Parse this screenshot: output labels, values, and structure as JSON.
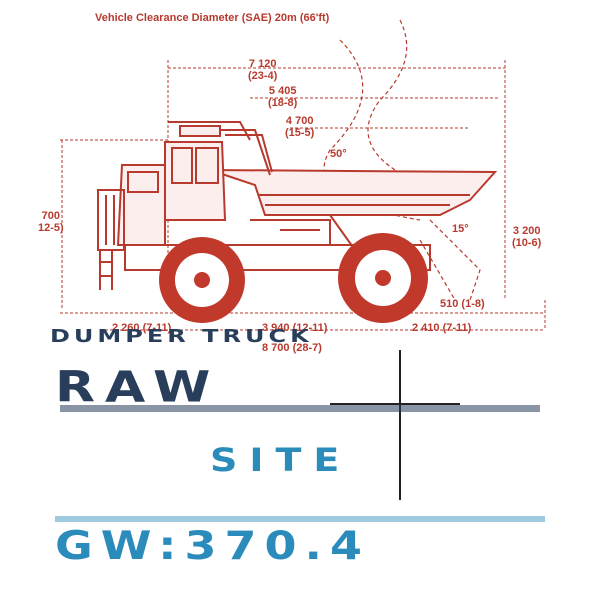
{
  "diagram": {
    "caption": "Vehicle Clearance Diameter (SAE) 20m (66'ft)",
    "dims": {
      "top1": "7 120",
      "top1_sub": "(23-4)",
      "top2": "5 405",
      "top2_sub": "(18-8)",
      "top3": "4 700",
      "top3_sub": "(15-5)",
      "angle_dump": "50°",
      "angle_rear": "15°",
      "height_left": "700",
      "height_left_sub": "12-5)",
      "height_right": "3 200",
      "height_right_sub": "(10-6)",
      "rear_clear": "510 (1-8)",
      "bottom1": "2 260 (7-11)",
      "bottom2": "3 940 (12-11)",
      "bottom3": "2 410 (7-11)",
      "overall": "8 700 (28-7)"
    }
  },
  "titles": {
    "line1": "DUMPER TRUCK",
    "line2": "RAW",
    "line3": "SITE",
    "line4": "GW:370.4"
  },
  "colors": {
    "drawing": "#b83a2e",
    "wheel": "#c0392b",
    "navy": "#283e5a",
    "blue": "#2b8cbc"
  }
}
